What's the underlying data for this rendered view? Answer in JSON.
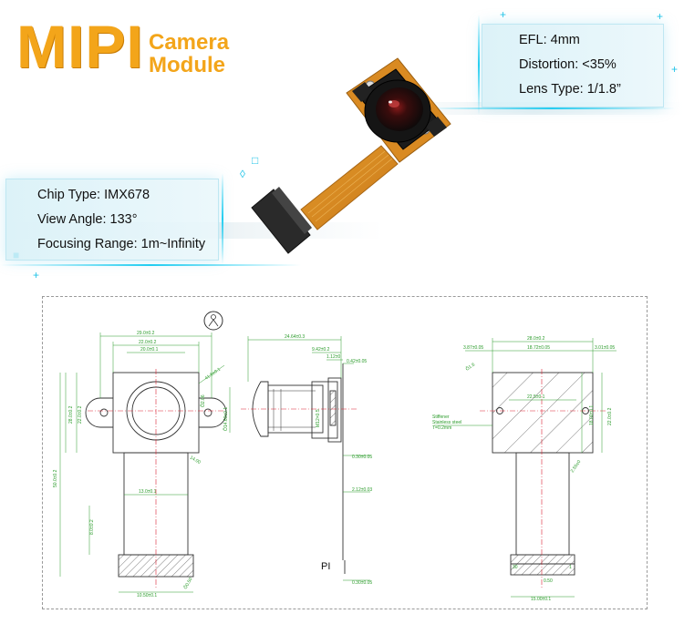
{
  "title": {
    "main": "MIPI",
    "line1": "Camera",
    "line2": "Module"
  },
  "right_panel": {
    "lines": [
      "EFL: 4mm",
      "Distortion: <35%",
      "Lens Type: 1/1.8”"
    ]
  },
  "left_panel": {
    "lines": [
      "Chip Type: IMX678",
      "View Angle: 133°",
      "Focusing Range: 1m~Infinity"
    ]
  },
  "drawing": {
    "front": {
      "dims": [
        "29.0±0.2",
        "22.0±0.2",
        "20.0±0.1",
        "28.0±0.2",
        "22.0±0.2",
        "41.6±0.1",
        "Ô2.06",
        "14.00",
        "13.0±0.1",
        "50.0±0.2",
        "8.0±0.2",
        "10.50±0.1",
        "Ô0.50"
      ]
    },
    "side": {
      "dims": [
        "24.64±0.3",
        "9.42±0.2",
        "1.12±0",
        "0.42±0.05",
        "Ô14.60±0.1",
        "M12×0.5",
        "0.30±0.05",
        "2.12±0.03",
        "0.30±0.05"
      ],
      "label_pi": "PI"
    },
    "back": {
      "dims": [
        "28.0±0.2",
        "3.87±0.05",
        "18.72±0.05",
        "3.01±0.05",
        "Ô1.6",
        "22.5±0.1",
        "18.00±0.1",
        "22.0±0.2",
        "2.55±0",
        "15.00±0.1",
        "0.50",
        "30",
        "1"
      ],
      "stiffener_lines": [
        "Stiffener",
        "Stainless steel",
        "T=0.2mm"
      ]
    }
  }
}
